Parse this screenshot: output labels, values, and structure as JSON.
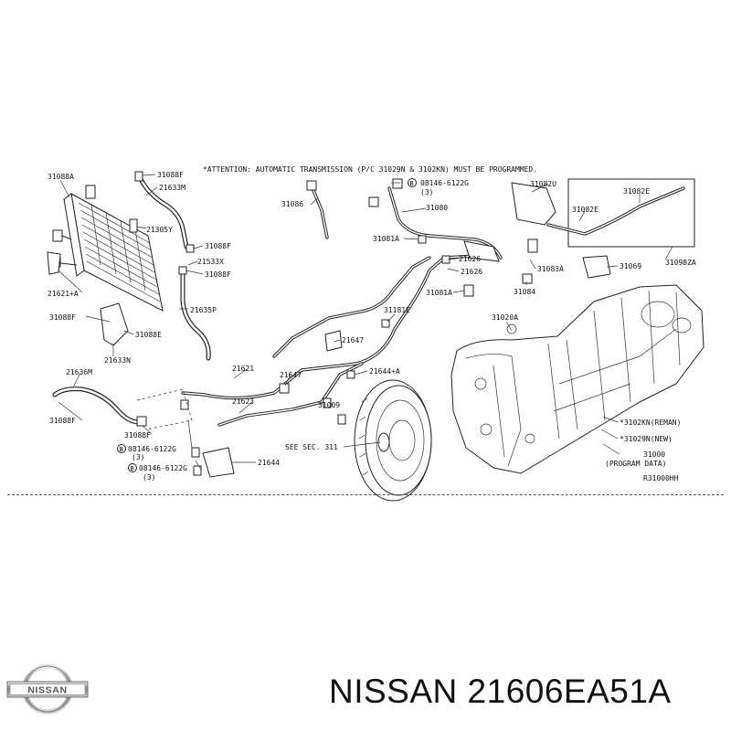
{
  "diagram": {
    "attention": "*ATTENTION: AUTOMATIC TRANSMISSION (P/C 31029N & 3102KN) MUST BE PROGRAMMED.",
    "labels": [
      {
        "id": "31088A",
        "text": "31088A"
      },
      {
        "id": "31088F_a",
        "text": "31088F"
      },
      {
        "id": "21633M_a",
        "text": "21633M"
      },
      {
        "id": "21305Y",
        "text": "21305Y"
      },
      {
        "id": "31088F_b",
        "text": "31088F"
      },
      {
        "id": "21533X",
        "text": "21533X"
      },
      {
        "id": "31088F_c",
        "text": "31088F"
      },
      {
        "id": "21621A",
        "text": "21621+A"
      },
      {
        "id": "31088F_d",
        "text": "31088F"
      },
      {
        "id": "31088E",
        "text": "31088E"
      },
      {
        "id": "21633N",
        "text": "21633N"
      },
      {
        "id": "21635P",
        "text": "21635P"
      },
      {
        "id": "31086",
        "text": "31086"
      },
      {
        "id": "08146_6122G_a",
        "text": "08146-6122G"
      },
      {
        "id": "qty3_a",
        "text": "(3)"
      },
      {
        "id": "31080",
        "text": "31080"
      },
      {
        "id": "31081A_a",
        "text": "31081A"
      },
      {
        "id": "21626_a",
        "text": "21626"
      },
      {
        "id": "21626_b",
        "text": "21626"
      },
      {
        "id": "31081A_b",
        "text": "31081A"
      },
      {
        "id": "31181E",
        "text": "31181E"
      },
      {
        "id": "21647_a",
        "text": "21647"
      },
      {
        "id": "21647_b",
        "text": "21647"
      },
      {
        "id": "21621",
        "text": "21621"
      },
      {
        "id": "21644A",
        "text": "21644+A"
      },
      {
        "id": "21623",
        "text": "21623"
      },
      {
        "id": "31009",
        "text": "31009"
      },
      {
        "id": "21636M",
        "text": "21636M"
      },
      {
        "id": "31088F_e",
        "text": "31088F"
      },
      {
        "id": "31088F_f",
        "text": "31088F"
      },
      {
        "id": "08146_6122G_b",
        "text": "08146-6122G"
      },
      {
        "id": "qty3_b",
        "text": "(3)"
      },
      {
        "id": "08146_6122G_c",
        "text": "08146-6122G"
      },
      {
        "id": "qty3_c",
        "text": "(3)"
      },
      {
        "id": "21644",
        "text": "21644"
      },
      {
        "id": "see_sec",
        "text": "SEE SEC. 311"
      },
      {
        "id": "31082U",
        "text": "31082U"
      },
      {
        "id": "31082E_a",
        "text": "31082E"
      },
      {
        "id": "31082E_b",
        "text": "31082E"
      },
      {
        "id": "31083A",
        "text": "31083A"
      },
      {
        "id": "31084",
        "text": "31084"
      },
      {
        "id": "31069",
        "text": "31069"
      },
      {
        "id": "31098ZA",
        "text": "31098ZA"
      },
      {
        "id": "31020A",
        "text": "31020A"
      },
      {
        "id": "3102KN",
        "text": "*3102KN(REMAN)"
      },
      {
        "id": "31029N",
        "text": "*31029N(NEW)"
      },
      {
        "id": "31000",
        "text": "31000"
      },
      {
        "id": "program_data",
        "text": "(PROGRAM DATA)"
      },
      {
        "id": "ref",
        "text": "R31000HH"
      }
    ]
  },
  "brand": {
    "logo_text": "NISSAN",
    "part_number": "NISSAN 21606EA51A"
  }
}
